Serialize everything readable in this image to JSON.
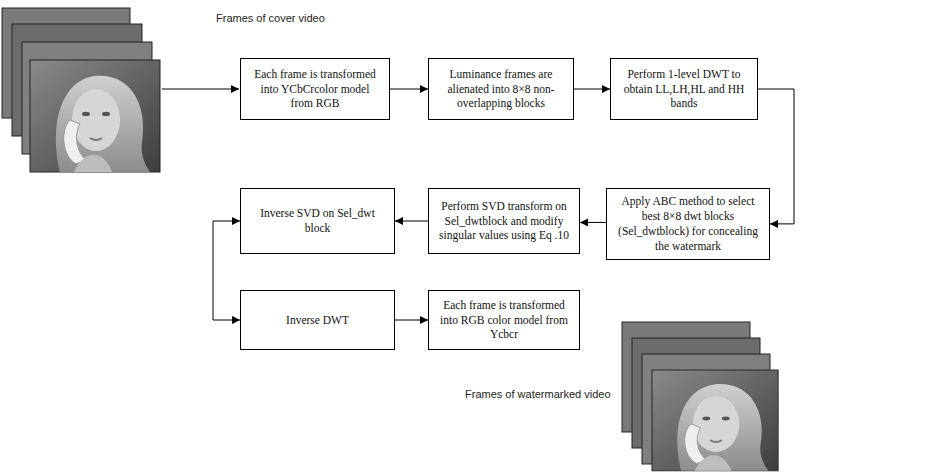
{
  "diagram": {
    "nodes": [
      {
        "text": [
          "Each frame is transformed into YCbCrcolor model from RGB"
        ]
      },
      {
        "text": [
          "Luminance frames are alienated into 8×8 non-overlapping blocks"
        ]
      },
      {
        "text": [
          "Perform 1-level DWT to obtain LL,LH,HL and HH bands"
        ]
      },
      {
        "text": [
          "Apply ABC method to select best 8×8 dwt blocks (Sel_dwtblock) for concealing the watermark"
        ]
      },
      {
        "text": [
          "Perform SVD transform on Sel_dwtblock and modify singular values using Eq .10"
        ]
      },
      {
        "text": [
          "Inverse SVD on Sel_dwt block"
        ]
      },
      {
        "text": [
          "Inverse DWT"
        ]
      },
      {
        "text": [
          "Each frame is transformed into RGB color model from Ycbcr"
        ]
      }
    ],
    "edges": [
      {
        "from": 0,
        "to": 1,
        "arrow": "to"
      },
      {
        "from": 1,
        "to": 2,
        "arrow": "to"
      },
      {
        "from": 2,
        "to": 3,
        "arrow": "to"
      },
      {
        "from": 3,
        "to": 4,
        "arrow": "to"
      },
      {
        "from": 4,
        "to": 5,
        "arrow": "to"
      },
      {
        "from": 5,
        "to": 6,
        "arrow": "both"
      },
      {
        "from": 6,
        "to": 7,
        "arrow": "to"
      }
    ],
    "labels": [
      "Frames of cover video",
      "Frames of watermarked video"
    ]
  }
}
